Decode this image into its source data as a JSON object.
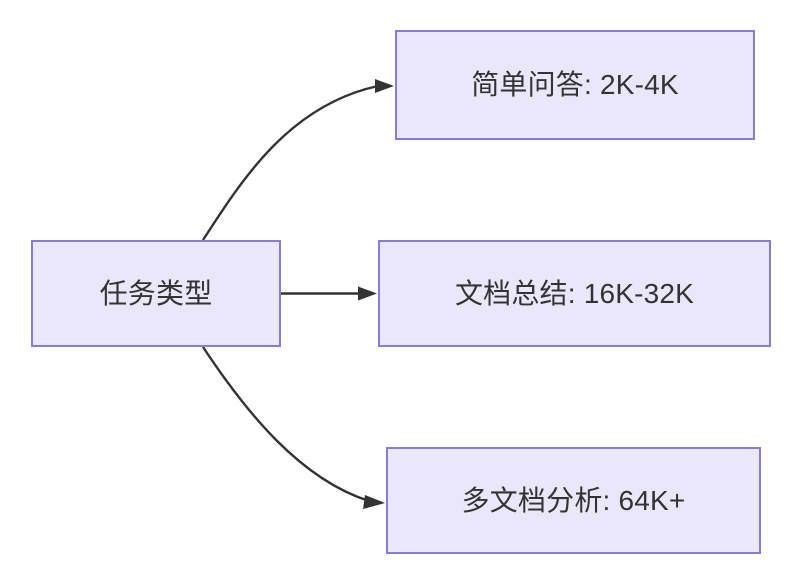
{
  "diagram": {
    "type": "flowchart",
    "direction": "left-to-right",
    "background_color": "#ffffff",
    "node_fill_color": "#EAE7FB",
    "node_border_color": "#8A7BD8",
    "node_text_color": "#333333",
    "edge_color": "#333333",
    "nodes": [
      {
        "id": "root",
        "label": "任务类型",
        "role": "source"
      },
      {
        "id": "simple_qa",
        "label": "简单问答: 2K-4K",
        "role": "target"
      },
      {
        "id": "doc_sum",
        "label": "文档总结: 16K-32K",
        "role": "target"
      },
      {
        "id": "multi_doc",
        "label": "多文档分析: 64K+",
        "role": "target"
      }
    ],
    "edges": [
      {
        "from": "root",
        "to": "simple_qa",
        "label": "",
        "style": "curved-up",
        "arrow": "triangle"
      },
      {
        "from": "root",
        "to": "doc_sum",
        "label": "",
        "style": "straight",
        "arrow": "triangle"
      },
      {
        "from": "root",
        "to": "multi_doc",
        "label": "",
        "style": "curved-down",
        "arrow": "triangle"
      }
    ]
  }
}
